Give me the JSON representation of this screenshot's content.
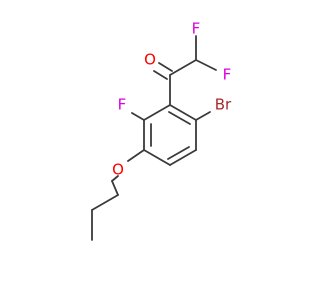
{
  "molecule": {
    "atoms": {
      "carbonyl_oxygen": {
        "symbol": "O",
        "color": "#ff0000"
      },
      "difluoro_f1": {
        "symbol": "F",
        "color": "#e000e0"
      },
      "difluoro_f2": {
        "symbol": "F",
        "color": "#e000e0"
      },
      "ring_fluorine": {
        "symbol": "F",
        "color": "#e000e0"
      },
      "bromine": {
        "symbol": "Br",
        "color": "#a52a2a"
      },
      "ether_oxygen": {
        "symbol": "O",
        "color": "#ff0000"
      }
    },
    "bond_color": "#3a3a3a"
  }
}
